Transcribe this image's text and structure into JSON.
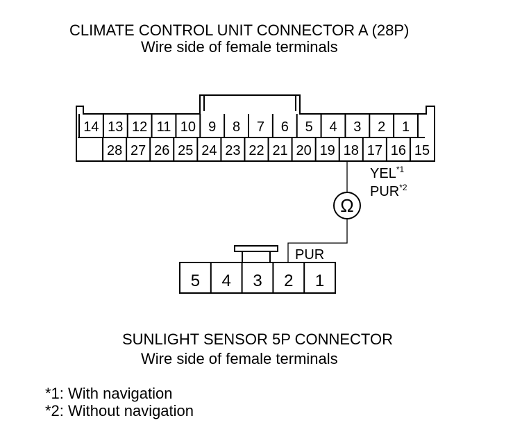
{
  "connector_a": {
    "title": "CLIMATE CONTROL UNIT CONNECTOR A (28P)",
    "subtitle": "Wire side of female terminals",
    "top_row": [
      "14",
      "13",
      "12",
      "11",
      "10",
      "9",
      "8",
      "7",
      "6",
      "5",
      "4",
      "3",
      "2",
      "1"
    ],
    "bottom_row": [
      "",
      "28",
      "27",
      "26",
      "25",
      "24",
      "23",
      "22",
      "21",
      "20",
      "19",
      "18",
      "17",
      "16",
      "15"
    ]
  },
  "meter": {
    "symbol": "Ω",
    "wire_label_1": "YEL",
    "wire_label_1_note": "*1",
    "wire_label_2": "PUR",
    "wire_label_2_note": "*2"
  },
  "sensor": {
    "wire_label": "PUR",
    "pins": [
      "5",
      "4",
      "3",
      "2",
      "1"
    ],
    "title": "SUNLIGHT SENSOR 5P CONNECTOR",
    "subtitle": "Wire side of female terminals"
  },
  "footnotes": {
    "note1": "*1: With navigation",
    "note2": "*2: Without navigation"
  }
}
